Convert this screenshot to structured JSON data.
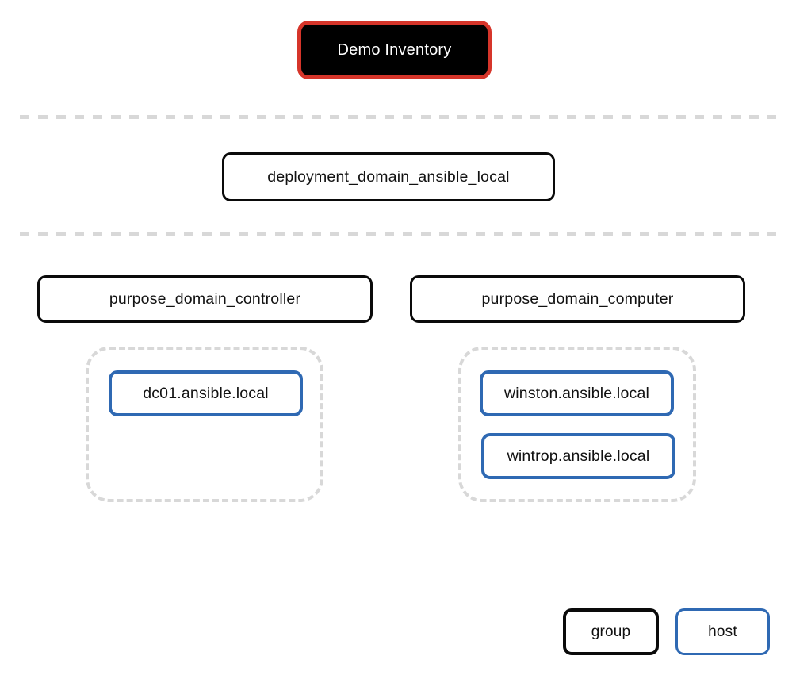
{
  "diagram": {
    "root": {
      "label": "Demo Inventory"
    },
    "groups": {
      "deployment": {
        "label": "deployment_domain_ansible_local"
      },
      "controller": {
        "label": "purpose_domain_controller"
      },
      "computer": {
        "label": "purpose_domain_computer"
      }
    },
    "hosts": {
      "dc01": {
        "label": "dc01.ansible.local"
      },
      "winston": {
        "label": "winston.ansible.local"
      },
      "wintrop": {
        "label": "wintrop.ansible.local"
      }
    },
    "legend": {
      "group": {
        "label": "group"
      },
      "host": {
        "label": "host"
      }
    },
    "colors": {
      "root_border": "#d6352a",
      "root_background": "#000000",
      "root_text": "#ffffff",
      "group_border": "#0a0a0a",
      "host_border": "#2f69b3",
      "dashed_gray": "#d8d8d8"
    }
  }
}
